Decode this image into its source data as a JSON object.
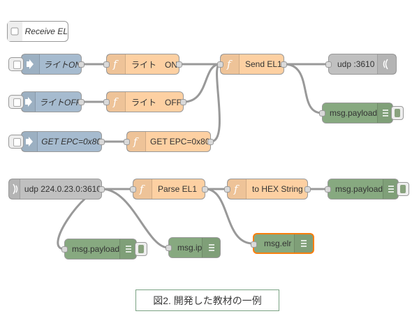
{
  "nodes": {
    "receive_el": "Receive EL",
    "light_on_inject": "ライトON",
    "light_on_func": "ライト　ON",
    "light_off_inject": "ライトOFF",
    "light_off_func": "ライト　OFF",
    "get_epc_inject": "GET EPC=0x80",
    "get_epc_func": "GET EPC=0x80",
    "send_el1": "Send EL1",
    "udp_out": "udp :3610",
    "debug_top": "msg.payload",
    "udp_in": "udp 224.0.23.0:3610",
    "parse_el1": "Parse EL1",
    "to_hex": "to HEX String",
    "debug_hex": "msg.payload",
    "debug_payload": "msg.payload",
    "debug_ip": "msg.ip",
    "debug_elr": "msg.elr"
  },
  "caption": "図2. 開発した教材の一例",
  "colors": {
    "inject": "#a6bbcf",
    "function": "#fdd0a2",
    "udp": "#c0c0c0",
    "debug": "#87a980",
    "wire": "#999999",
    "selected": "#ff7f0e"
  }
}
